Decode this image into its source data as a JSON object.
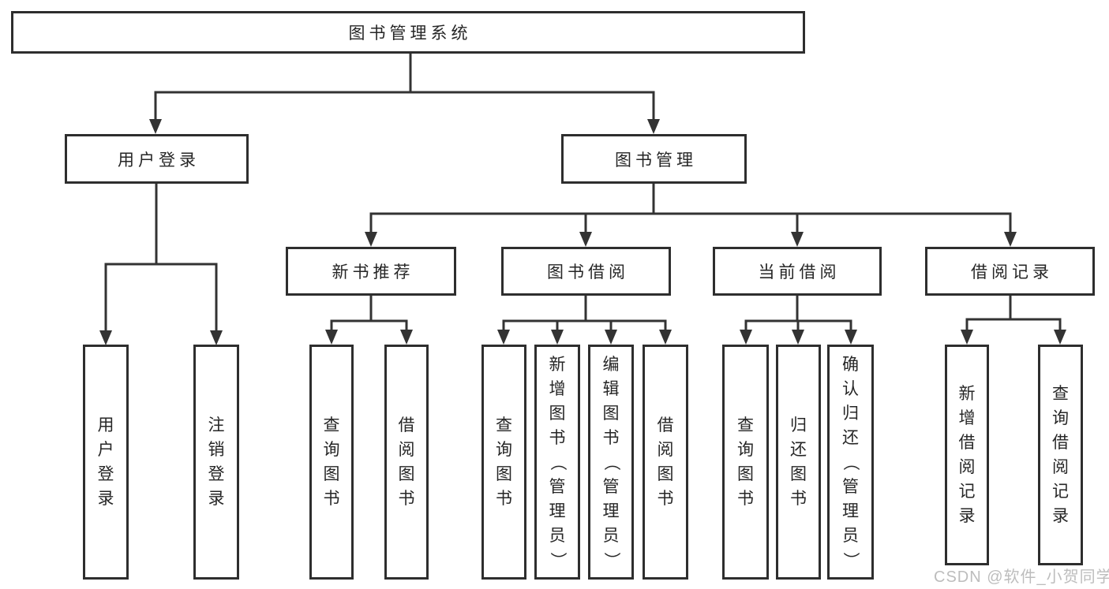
{
  "diagram": {
    "type": "hierarchy-tree",
    "root": {
      "label": "图书管理系统"
    },
    "level2": [
      {
        "label": "用户登录",
        "children": [
          {
            "label": "用户登录"
          },
          {
            "label": "注销登录"
          }
        ]
      },
      {
        "label": "图书管理"
      }
    ],
    "sections": [
      {
        "label": "新书推荐",
        "children": [
          {
            "label": "查询图书"
          },
          {
            "label": "借阅图书"
          }
        ]
      },
      {
        "label": "图书借阅",
        "children": [
          {
            "label": "查询图书"
          },
          {
            "label": "新增图书（管理员）"
          },
          {
            "label": "编辑图书（管理员）"
          },
          {
            "label": "借阅图书"
          }
        ]
      },
      {
        "label": "当前借阅",
        "children": [
          {
            "label": "查询图书"
          },
          {
            "label": "归还图书"
          },
          {
            "label": "确认归还（管理员）"
          }
        ]
      },
      {
        "label": "借阅记录",
        "children": [
          {
            "label": "新增借阅记录"
          },
          {
            "label": "查询借阅记录"
          }
        ]
      }
    ],
    "watermark": "CSDN @软件_小贺同学",
    "colors": {
      "line": "#333333",
      "box_border": "#2e2e2e",
      "text": "#262626",
      "watermark": "#bdbdbd",
      "background": "#ffffff"
    }
  }
}
